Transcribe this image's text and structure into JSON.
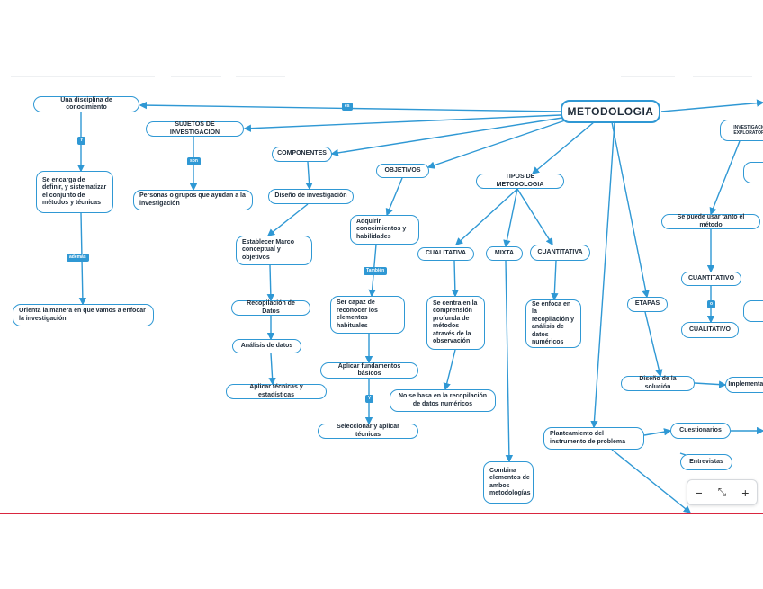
{
  "nodes": {
    "metodologia": "METODOLOGIA",
    "disciplina": "Una disciplina de conocimiento",
    "encarga": "Se encarga de definir, y sistematizar el conjunto de métodos y técnicas",
    "orienta": "Orienta la manera en que vamos a enfocar la investigación",
    "sujetos": "SUJETOS DE INVESTIGACION",
    "personas": "Personas o grupos que ayudan a la investigación",
    "componentes": "COMPONENTES",
    "diseno_inv": "Diseño de investigación",
    "marco": "Establecer Marco conceptual y objetivos",
    "recopilacion": "Recopilación de Datos",
    "analisis": "Análisis de datos",
    "aplicar_tec": "Aplicar técnicas y estadísticas",
    "objetivos": "OBJETIVOS",
    "adquirir": "Adquirir conocimientos y habilidades",
    "capaces": "Ser capaz de reconocer los elementos habituales",
    "fundamentos": "Aplicar fundamentos básicos",
    "seleccionar": "Seleccionar y aplicar técnicas",
    "tipos": "TIPOS DE METODOLOGIA",
    "cualitativa": "CUALITATIVA",
    "centra": "Se centra en la comprensión profunda de métodos através de la observación",
    "no_basa": "No se basa en la recopilación de datos numéricos",
    "mixta": "MIXTA",
    "combina": "Combina elementos de ambos metodologías",
    "cuantitativa": "CUANTITATIVA",
    "enfoca": "Se enfoca en la recopilación y análisis de datos numéricos",
    "etapas": "ETAPAS",
    "diseno_sol": "Diseño de la solución",
    "implementacion": "Implementación",
    "planteamiento": "Planteamiento del instrumento de problema",
    "cuestionarios": "Cuestionarios",
    "entrevistas": "Entrevistas",
    "inv_exploratoria": "INVESTIGACION EXPLORATORIA",
    "puede_usar": "Se puede usar tanto el método",
    "cuantitativo": "CUANTITATIVO",
    "cualitativo": "CUALITATIVO"
  },
  "connectors": {
    "es": "es",
    "y": "Y",
    "son": "son",
    "ademas": "además",
    "tambien": "También",
    "y2": "Y",
    "o": "o"
  },
  "zoom": {
    "minus": "−",
    "fit": "⤡",
    "plus": "+"
  },
  "colors": {
    "accent": "#2f98d4",
    "rule": "#d9263f"
  }
}
